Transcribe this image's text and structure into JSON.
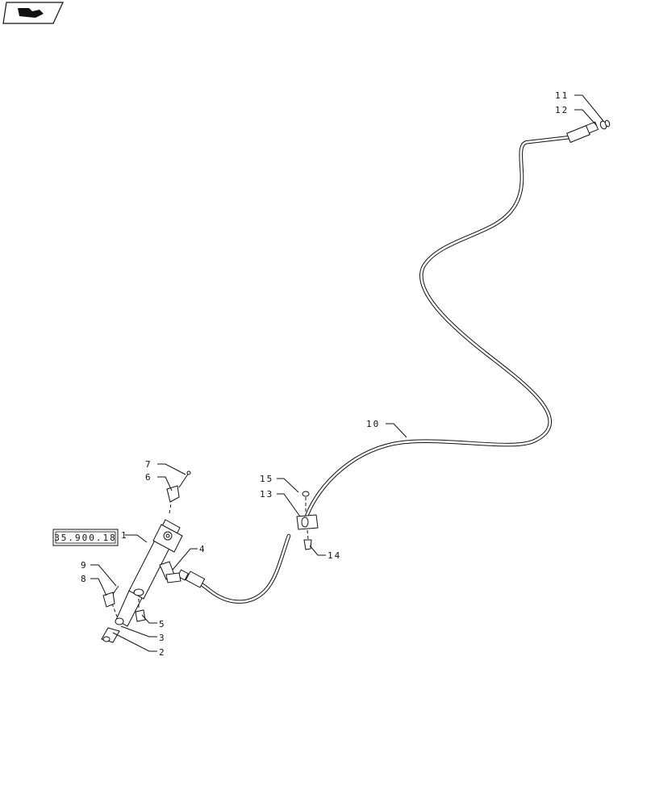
{
  "nav_icon": {
    "icon": "page-arrow-icon"
  },
  "reference_box": {
    "label": "35.900.18"
  },
  "callouts": [
    {
      "id": "c1",
      "label": "1"
    },
    {
      "id": "c2",
      "label": "2"
    },
    {
      "id": "c3",
      "label": "3"
    },
    {
      "id": "c4",
      "label": "4"
    },
    {
      "id": "c5",
      "label": "5"
    },
    {
      "id": "c6",
      "label": "6"
    },
    {
      "id": "c7",
      "label": "7"
    },
    {
      "id": "c8",
      "label": "8"
    },
    {
      "id": "c9",
      "label": "9"
    },
    {
      "id": "c10",
      "label": "10"
    },
    {
      "id": "c11",
      "label": "11"
    },
    {
      "id": "c12",
      "label": "12"
    },
    {
      "id": "c13",
      "label": "13"
    },
    {
      "id": "c14",
      "label": "14"
    },
    {
      "id": "c15",
      "label": "15"
    }
  ]
}
